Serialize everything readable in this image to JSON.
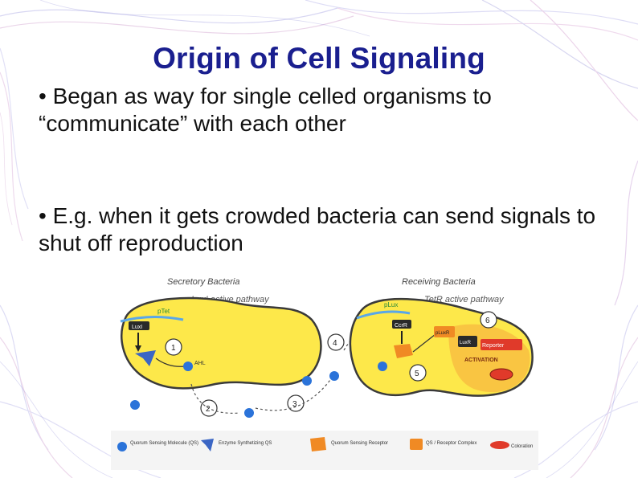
{
  "slide": {
    "title": "Origin of Cell Signaling",
    "bullets": [
      "• Began as way for single celled organisms to “communicate” with each other",
      "• E.g. when it gets crowded bacteria can send signals to shut off reproduction"
    ]
  },
  "figure": {
    "left_heading": "Secretory Bacteria",
    "left_subheading": "LuxI active pathway",
    "right_heading": "Receiving Bacteria",
    "right_subheading": "TetR active pathway",
    "step_numbers": [
      "1",
      "2",
      "3",
      "4",
      "5",
      "6"
    ],
    "gene_labels": {
      "tet_left": "pTet",
      "luxi_left": "LuxI",
      "ahl_left": "AHL",
      "lux_right": "pLux",
      "ccr_right": "CcrR",
      "pluxr_right": "pLuxR",
      "luxr_right": "LuxR",
      "reporter_right": "Reporter",
      "activation": "ACTIVATION"
    },
    "legend": [
      {
        "label": "Quorum Sensing Molecule (QS)"
      },
      {
        "label": "Enzyme Synthetizing QS"
      },
      {
        "label": "Quorum Sensing Receptor"
      },
      {
        "label": "QS / Receptor Complex"
      },
      {
        "label": "Coloration"
      }
    ],
    "colors": {
      "cell_fill": "#fde84a",
      "cell_outline": "#3a3a3a",
      "signal_blue": "#2b73d9",
      "enzyme_blue": "#3b66c4",
      "receptor_orange": "#f08a24",
      "activation_red": "#e03a2a",
      "title_blue": "#1a1f8f"
    }
  }
}
